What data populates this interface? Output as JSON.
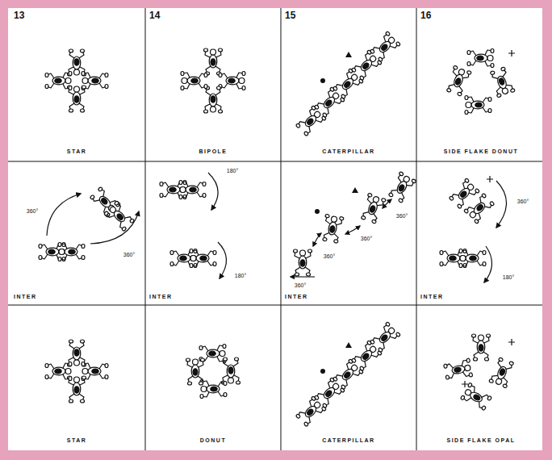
{
  "diagram": {
    "labels": [
      "13",
      "14",
      "15",
      "16",
      "STAR",
      "BIPOLE",
      "CATERPILLAR",
      "SIDE FLAKE DONUT",
      "360°",
      "360°",
      "180°",
      "180°",
      "360°",
      "360°",
      "360°",
      "360°",
      "360°",
      "180°",
      "INTER",
      "INTER",
      "INTER",
      "INTER",
      "STAR",
      "DONUT",
      "CATERPILLAR",
      "SIDE FLAKE OPAL"
    ]
  }
}
